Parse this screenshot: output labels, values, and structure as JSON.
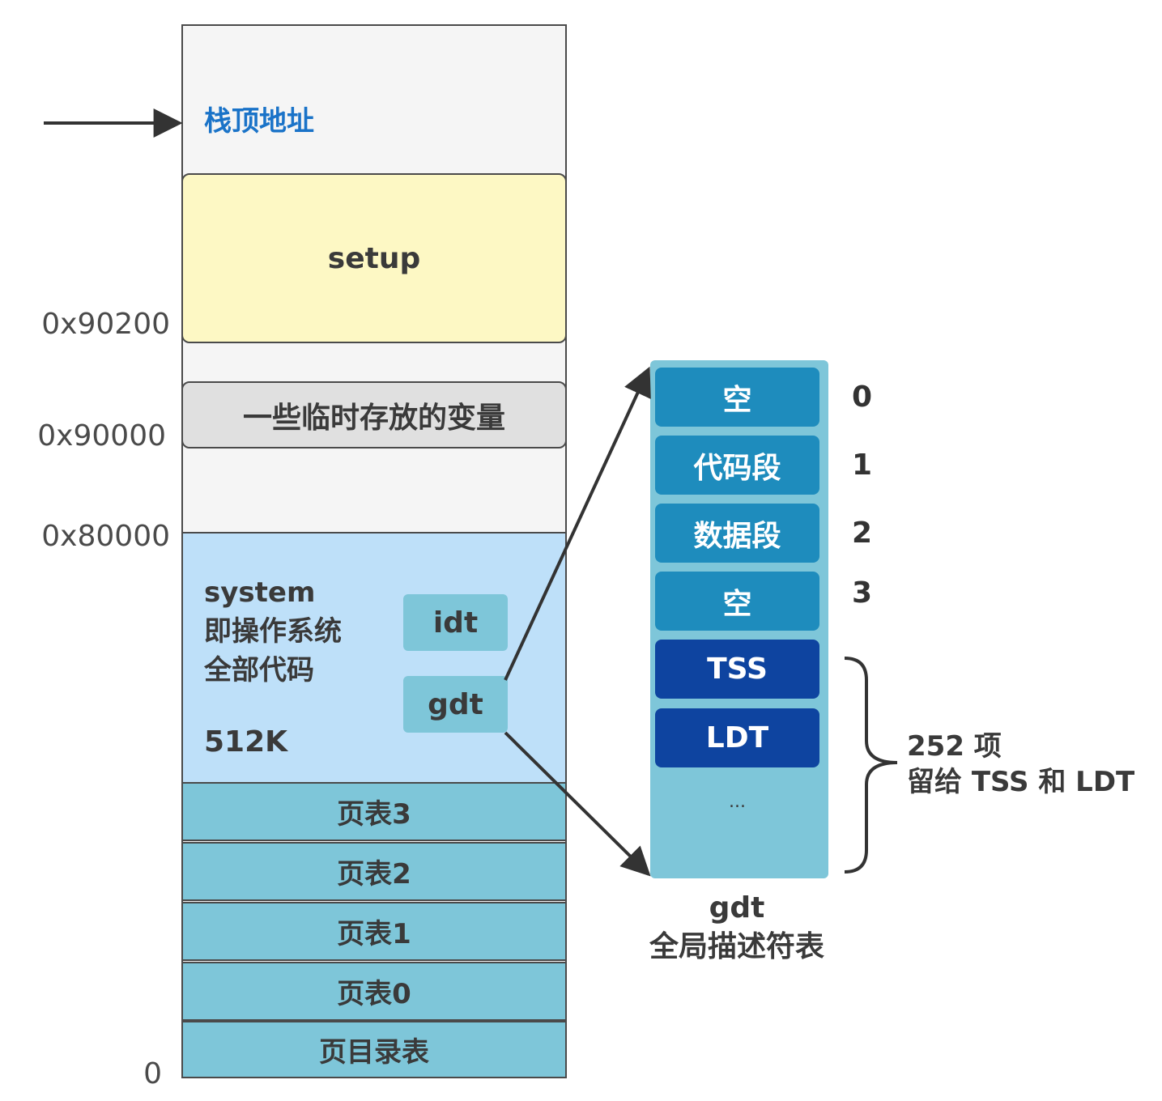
{
  "memory": {
    "stack_top_label": "栈顶地址",
    "setup_label": "setup",
    "temp_vars_label": "一些临时存放的变量",
    "system": {
      "line1": "system",
      "line2": "即操作系统",
      "line3": "全部代码",
      "size": "512K",
      "idt_label": "idt",
      "gdt_label": "gdt"
    },
    "page_tables": [
      {
        "label": "页表3"
      },
      {
        "label": "页表2"
      },
      {
        "label": "页表1"
      },
      {
        "label": "页表0"
      },
      {
        "label": "页目录表"
      }
    ]
  },
  "addresses": {
    "a90200": "0x90200",
    "a90000": "0x90000",
    "a80000": "0x80000",
    "zero": "0"
  },
  "gdt": {
    "entries": [
      {
        "label": "空",
        "index": "0",
        "style": "light"
      },
      {
        "label": "代码段",
        "index": "1",
        "style": "light"
      },
      {
        "label": "数据段",
        "index": "2",
        "style": "light"
      },
      {
        "label": "空",
        "index": "3",
        "style": "light"
      },
      {
        "label": "TSS",
        "style": "dark"
      },
      {
        "label": "LDT",
        "style": "dark"
      }
    ],
    "ellipsis": "...",
    "note_line1": "252 项",
    "note_line2": "留给 TSS 和 LDT",
    "caption_line1": "gdt",
    "caption_line2": "全局描述符表"
  },
  "colors": {
    "stack_label": "#1a73c8",
    "setup_fill": "#fdf8c4",
    "temp_fill": "#e0e0e0",
    "system_fill": "#bee0f9",
    "page_table_fill": "#7ec6d9",
    "gdt_entry_light": "#1e8cbd",
    "gdt_entry_dark": "#0e44a0"
  }
}
